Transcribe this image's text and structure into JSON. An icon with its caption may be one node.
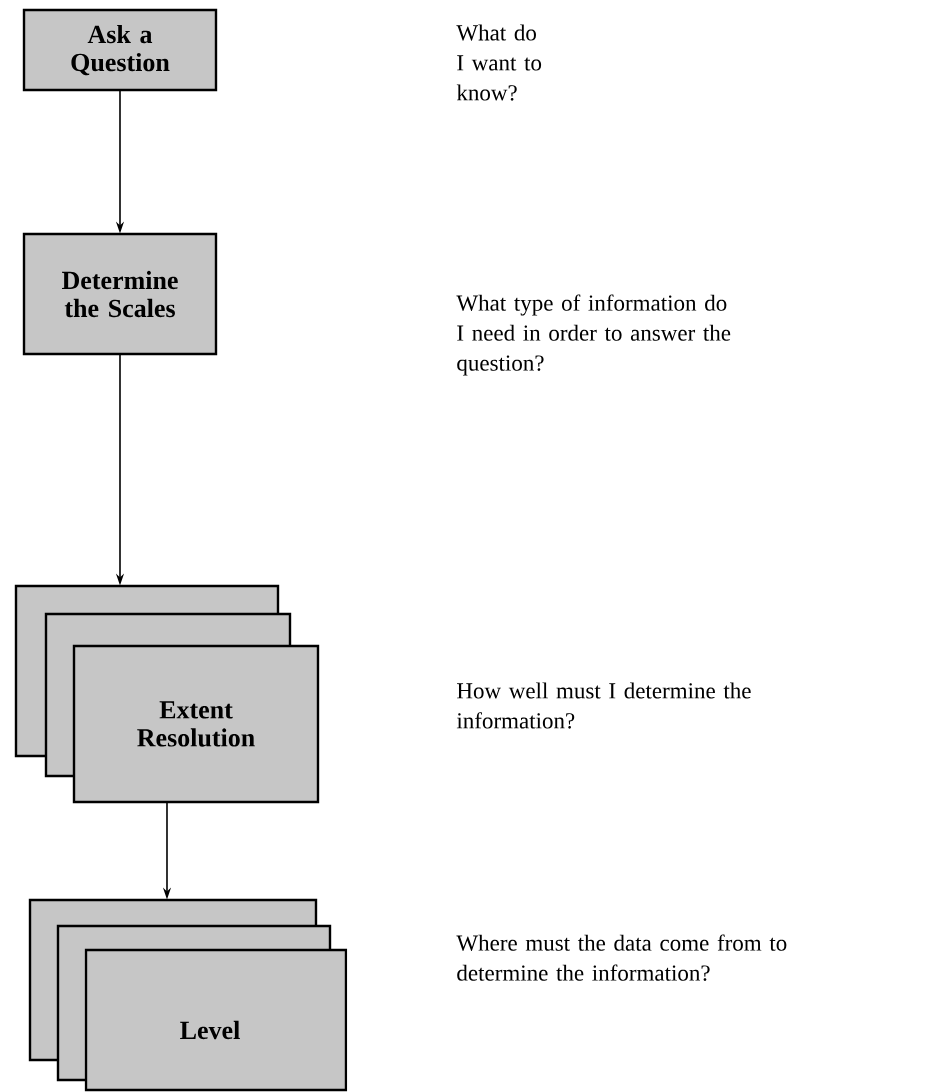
{
  "diagram": {
    "nodes": [
      {
        "text": [
          "Ask a Question"
        ]
      },
      {
        "text": [
          "Determine the Scales"
        ]
      },
      {
        "text": [
          "Extent Resolution"
        ]
      },
      {
        "text": [
          "Level"
        ]
      }
    ],
    "edges": [
      {
        "from": 0,
        "to": 1,
        "arrow": "to"
      },
      {
        "from": 1,
        "to": 2,
        "arrow": "to"
      },
      {
        "from": 2,
        "to": 3,
        "arrow": "to"
      }
    ],
    "labels": [
      "What do I want to know?",
      "What type of information do I need in order to answer the question?",
      "How well must I determine the information?",
      "Where must the data come from to determine the information?"
    ]
  }
}
